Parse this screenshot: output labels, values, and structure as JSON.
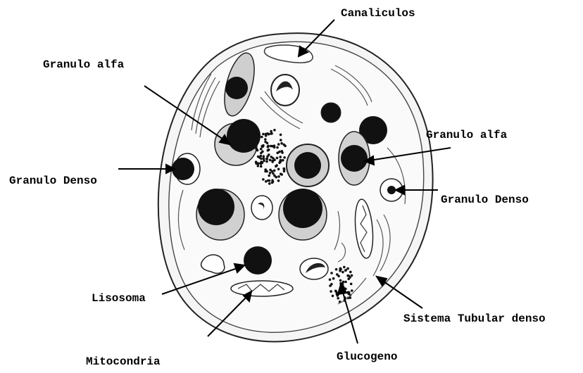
{
  "labels": {
    "canaliculos": "Canaliculos",
    "granulo_alfa_left": "Granulo alfa",
    "granulo_alfa_right": "Granulo alfa",
    "granulo_denso_left": "Granulo Denso",
    "granulo_denso_right": "Granulo Denso",
    "lisosoma": "Lisosoma",
    "mitocondria": "Mitocondria",
    "glucogeno": "Glucogeno",
    "sistema_tubular": "Sistema Tubular denso"
  },
  "colors": {
    "ink": "#000000",
    "fill_light": "#ececec",
    "fill_mid": "#c9c9c9",
    "background": "#ffffff"
  }
}
